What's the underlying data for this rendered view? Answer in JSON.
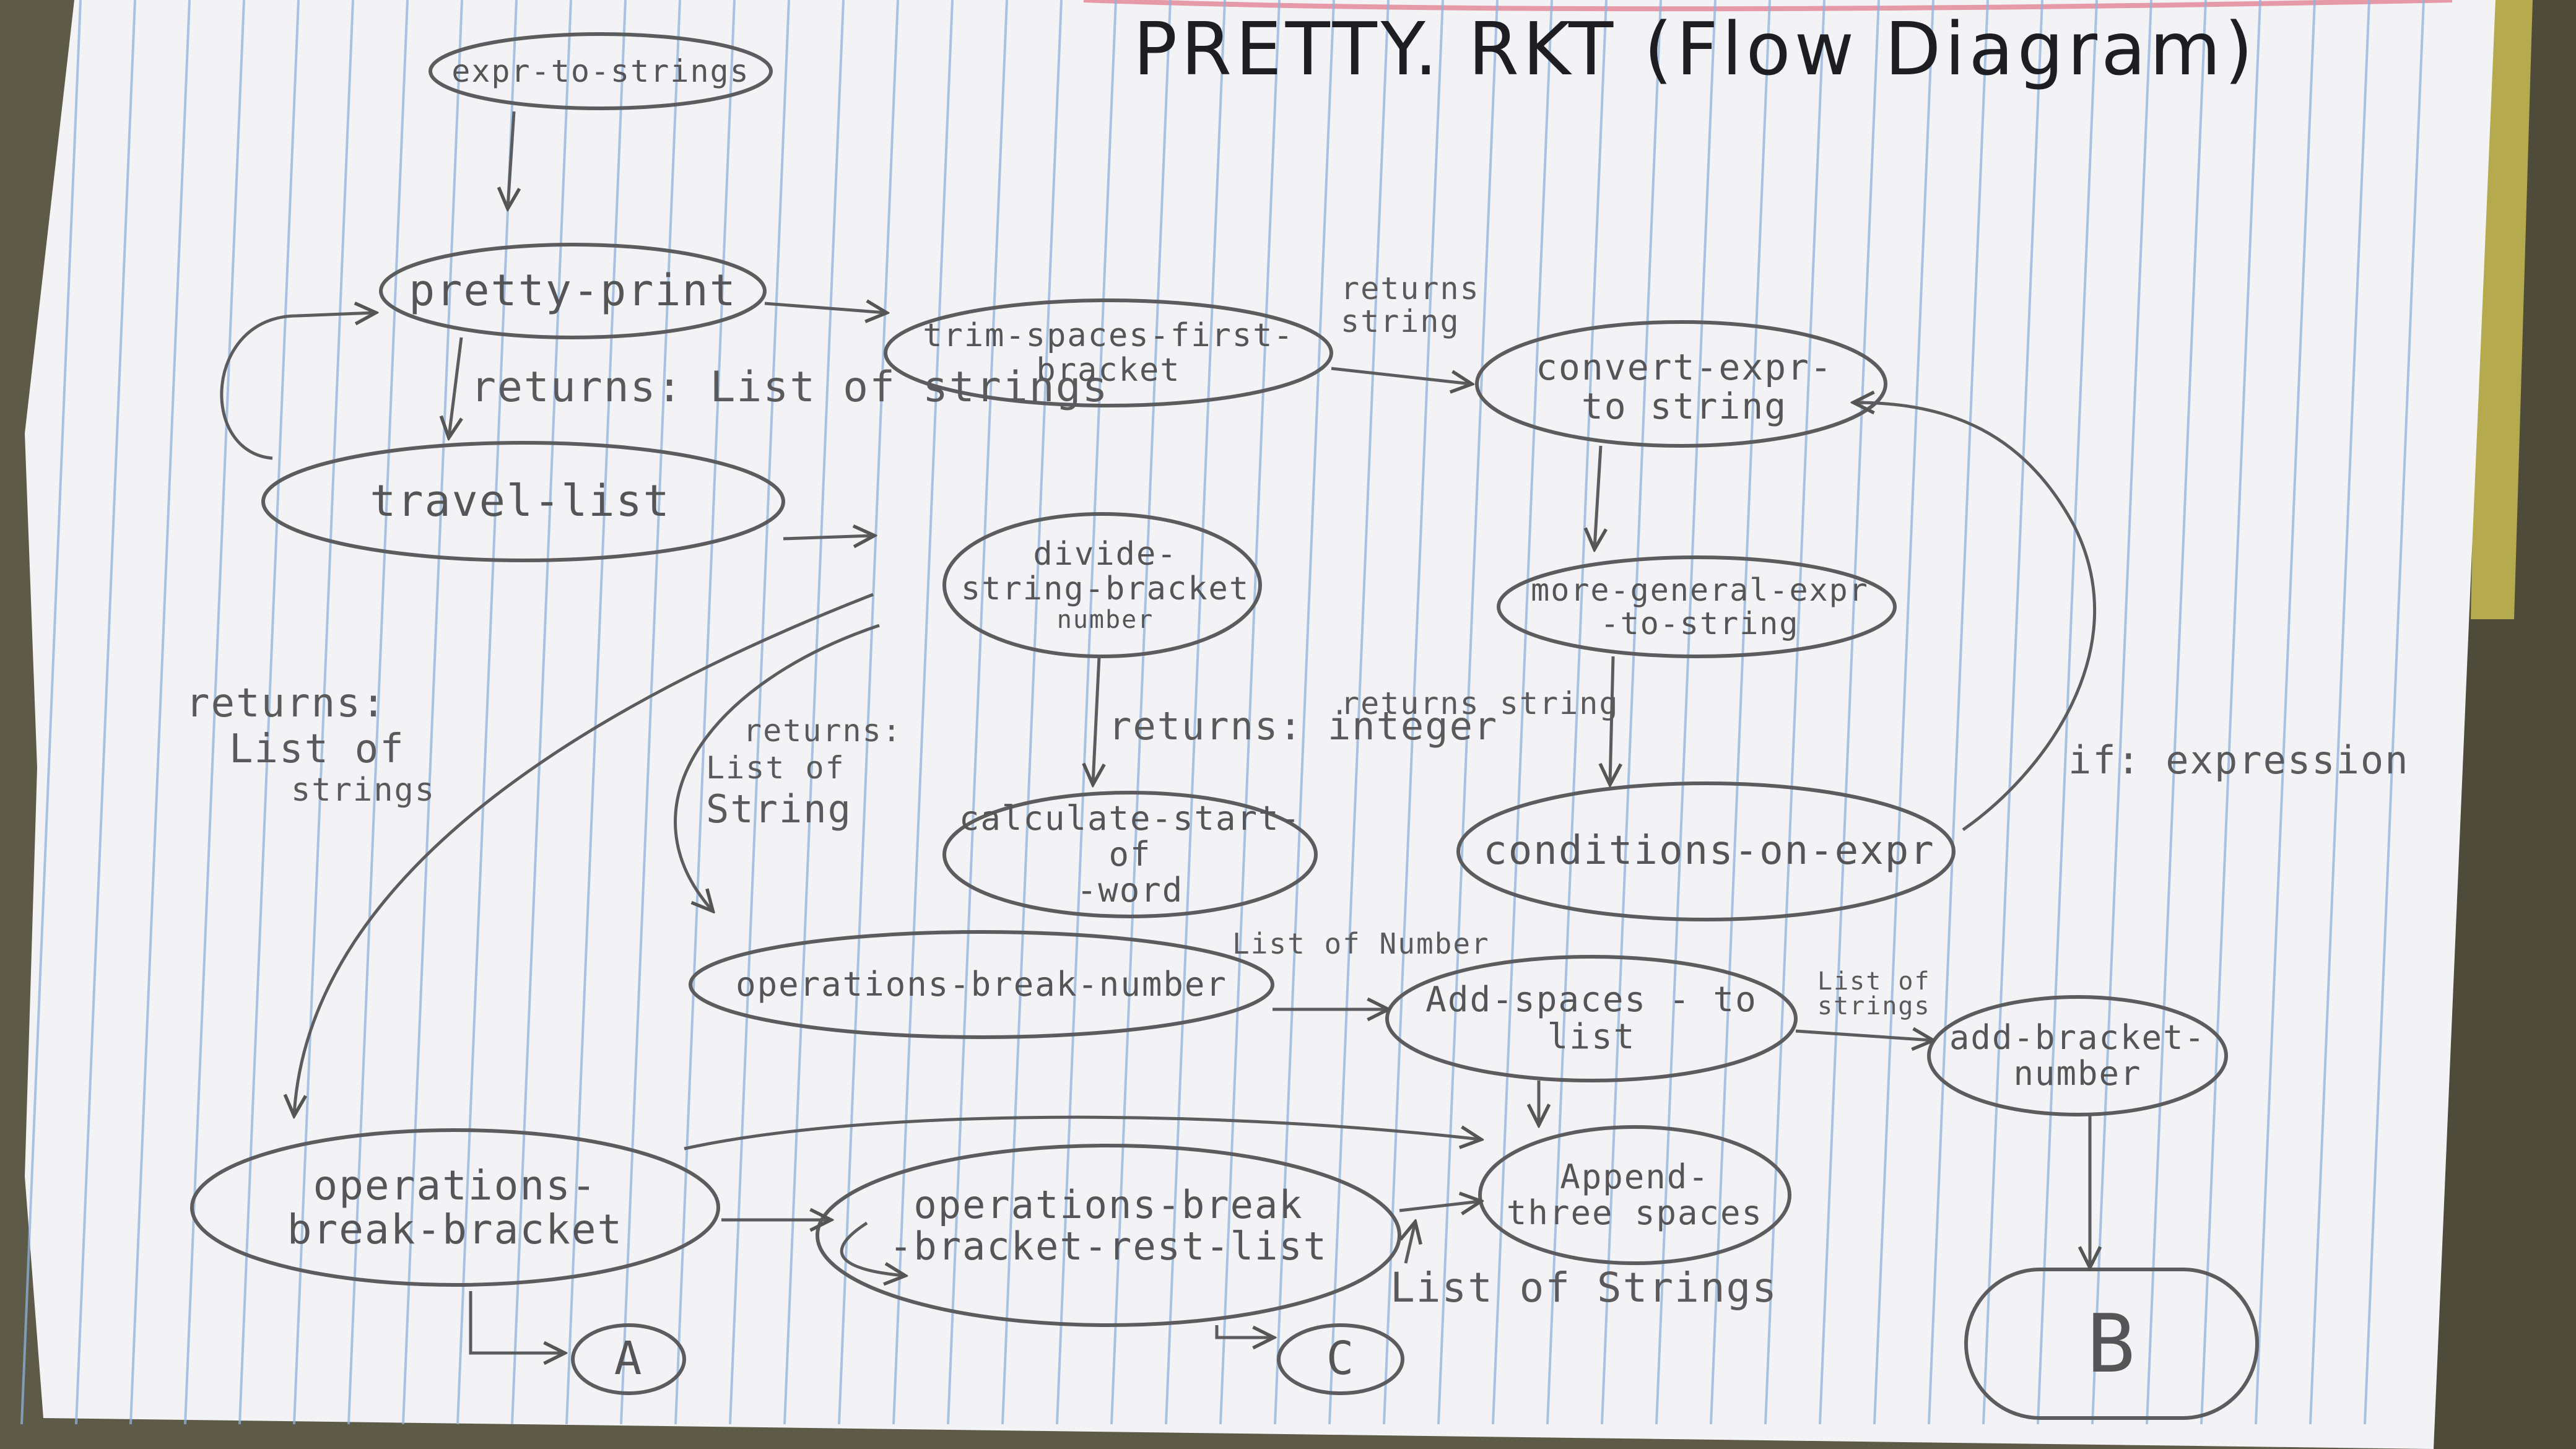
{
  "title": "PRETTY. RKT (Flow Diagram)",
  "nodes": {
    "expr_to_strings": "expr-to-strings",
    "pretty_print": "pretty-print",
    "trim_spaces": [
      "trim-spaces-first-",
      "bracket"
    ],
    "convert_expr": [
      "convert-expr-",
      "to string"
    ],
    "travel_list": "travel-list",
    "divide_string": [
      "divide-",
      "string-bracket",
      "number"
    ],
    "more_general": [
      "more-general-expr",
      "-to-string"
    ],
    "calculate_start": [
      "calculate-start-of",
      "-word"
    ],
    "conditions": "conditions-on-expr",
    "operations_break_number": "operations-break-number",
    "add_spaces": [
      "Add-spaces - to",
      "list"
    ],
    "add_bracket": [
      "add-bracket-",
      "number"
    ],
    "operations_break_bracket": [
      "operations-",
      "break-bracket"
    ],
    "operations_break_rest": [
      "operations-break",
      "-bracket-rest-list"
    ],
    "append_three": [
      "Append-",
      "three spaces"
    ],
    "connector_a": "A",
    "connector_c": "C",
    "connector_b": "B"
  },
  "edge_labels": {
    "returns_list_of_strings_top": "returns: List of strings",
    "returns_string": [
      "returns",
      "string"
    ],
    "returns_list_left": [
      "returns:",
      "List of",
      "strings"
    ],
    "returns_list_mid": [
      "returns:",
      "List of",
      "String"
    ],
    "returns_integer": "returns: integer",
    "returns_string2": "returns string",
    "if_expression": "if: expression",
    "list_of_number": "List of Number",
    "list_of_strings_small": [
      "List of",
      "strings"
    ],
    "list_of_strings_bottom": "List of Strings"
  }
}
